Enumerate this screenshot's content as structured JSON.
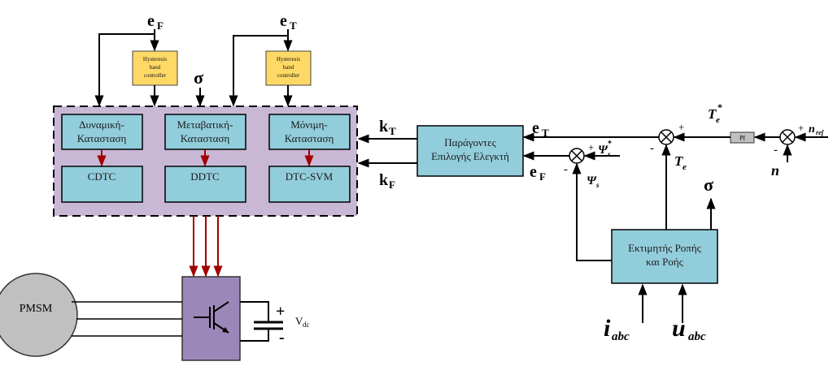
{
  "colors": {
    "outer_block": "#c9b7d6",
    "inner_block": "#92cddc",
    "hysteresis": "#ffd966",
    "inverter": "#9b87b8",
    "motor": "#c0c0c0",
    "signal": "#000000",
    "gate": "#a00000"
  },
  "signals": {
    "eF_top": "e",
    "eF_top_sub": "F",
    "eT_top": "e",
    "eT_top_sub": "T",
    "sigma_top": "σ",
    "kT": "k",
    "kT_sub": "T",
    "kF": "k",
    "kF_sub": "F",
    "eT_mid": "e",
    "eT_mid_sub": "T",
    "eF_mid": "e",
    "eF_mid_sub": "F",
    "Te_star": "T",
    "Te_star_sub": "e",
    "Te_star_sup": "*",
    "Te": "T",
    "Te_sub": "e",
    "psi_s_star": "Ψ",
    "psi_s_star_sub": "s",
    "psi_s_star_sup": "*",
    "psi_s": "Ψ",
    "psi_s_sub": "s",
    "n_ref": "n",
    "n_ref_sub": "ref",
    "n": "n",
    "sigma_right": "σ",
    "i_abc": "i",
    "i_abc_sub": "abc",
    "u_abc": "u",
    "u_abc_sub": "abc",
    "vdc": "V",
    "vdc_sub": "dc"
  },
  "signs": {
    "plus": "+",
    "minus": "-"
  },
  "blocks": {
    "hysteresis_left": [
      "Hysteresis",
      "band",
      "controller"
    ],
    "hysteresis_right": [
      "Hysteresis",
      "band",
      "controller"
    ],
    "dynamic": [
      "Δυναμική-",
      "Κατασταση"
    ],
    "transient": [
      "Μεταβατική-",
      "Κατασταση"
    ],
    "steady": [
      "Μόνιμη-",
      "Κατασταση"
    ],
    "cdtc": "CDTC",
    "ddtc": "DDTC",
    "dtc_svm": "DTC-SVM",
    "selection_factors": [
      "Παράγοντες",
      "Επιλογής Ελεγκτή"
    ],
    "estimator": [
      "Εκτιμητής Ροπής",
      "και Ροής"
    ],
    "pi": "PI",
    "pmsm": "PMSM"
  }
}
